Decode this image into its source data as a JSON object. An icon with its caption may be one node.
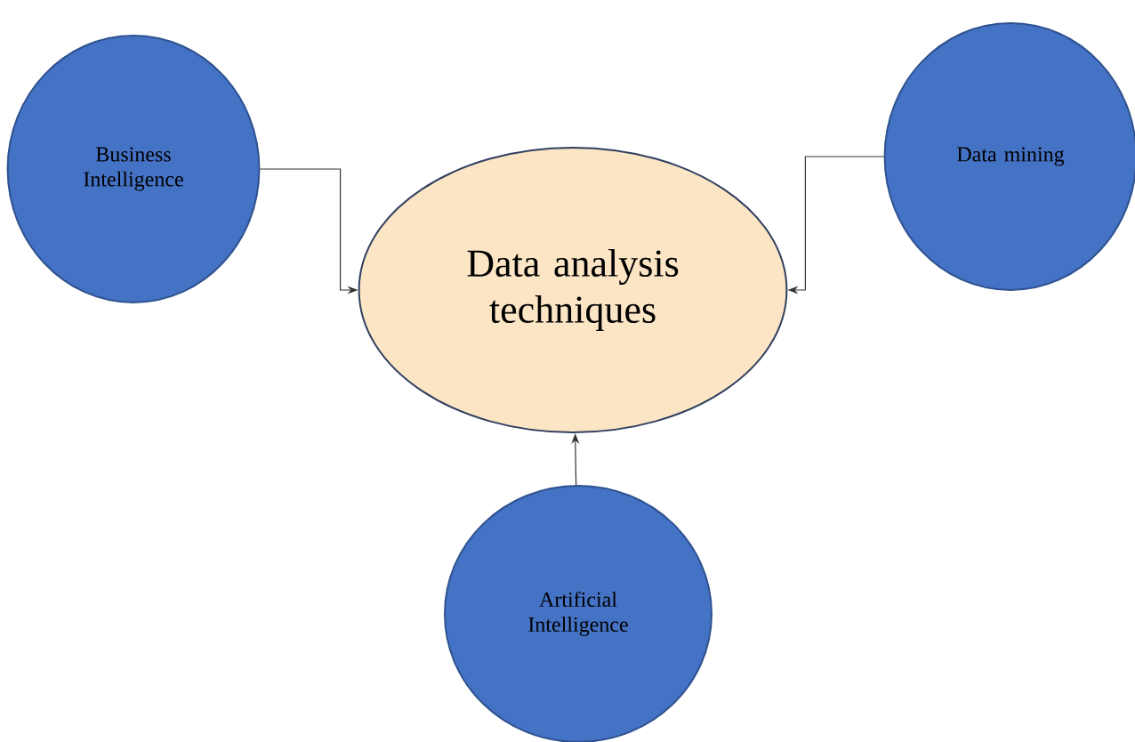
{
  "diagram": {
    "nodes": [
      {
        "text": [
          "Business Intelligence"
        ]
      },
      {
        "text": [
          "Data analysis techniques"
        ]
      },
      {
        "text": [
          "Data mining"
        ]
      },
      {
        "text": [
          "Artificial Intelligence"
        ]
      }
    ],
    "edges": [
      {
        "from": 0,
        "to": 1,
        "arrow": "to"
      },
      {
        "from": 2,
        "to": 1,
        "arrow": "to"
      },
      {
        "from": 3,
        "to": 1,
        "arrow": "to"
      }
    ]
  }
}
